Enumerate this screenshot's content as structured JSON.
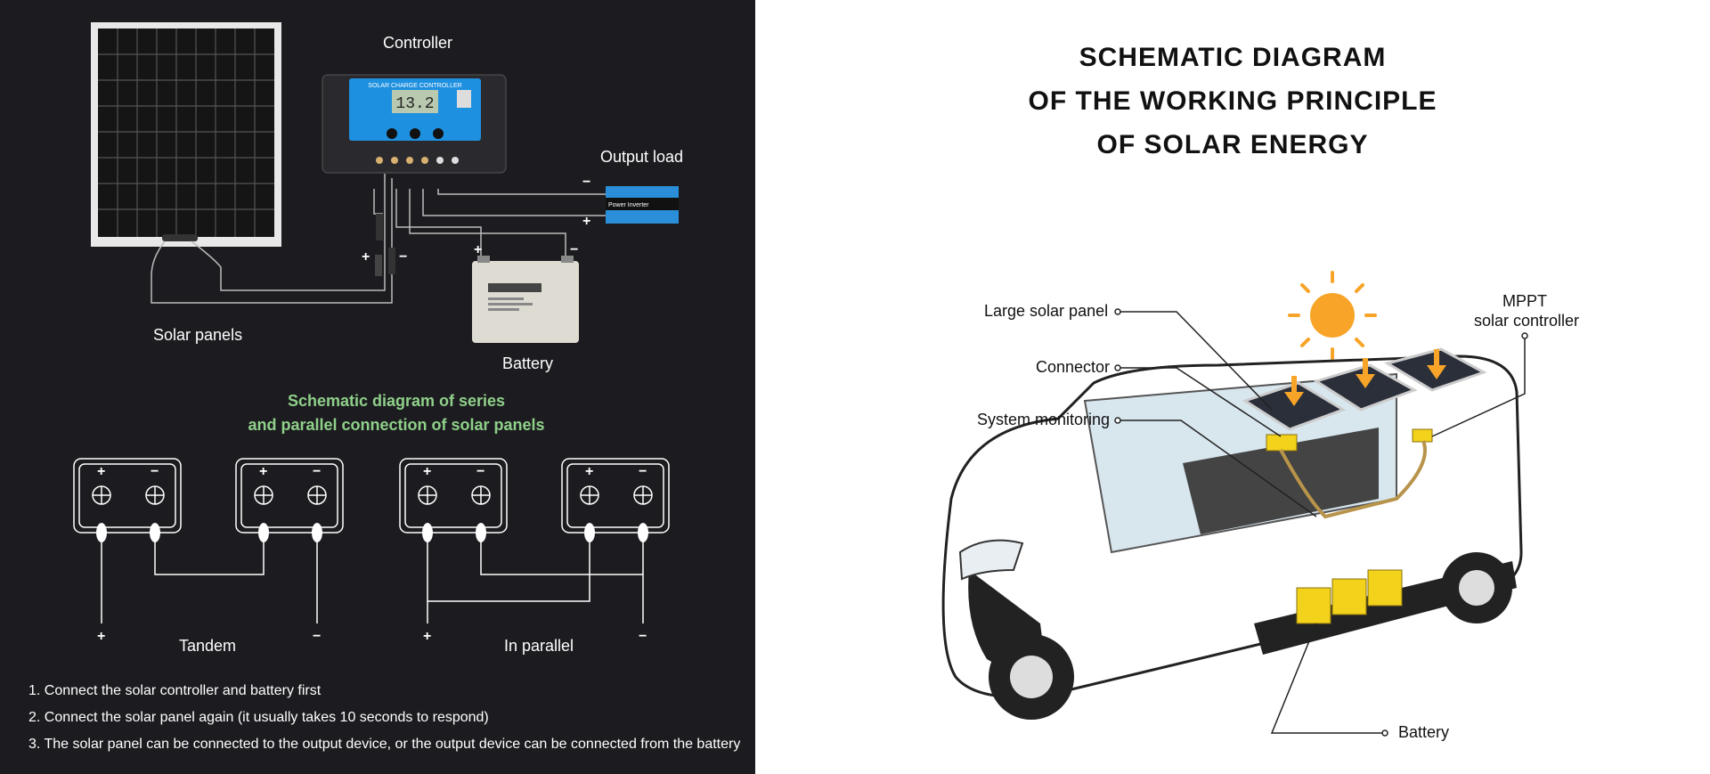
{
  "left": {
    "labels": {
      "controller": "Controller",
      "output_load": "Output load",
      "solar_panels": "Solar panels",
      "battery": "Battery"
    },
    "controller_device": {
      "header": "SOLAR CHARGE CONTROLLER",
      "display": "13.2"
    },
    "inverter_text": "Power Inverter",
    "schematic_title_line1": "Schematic diagram of series",
    "schematic_title_line2": "and parallel connection of solar panels",
    "tandem_label": "Tandem",
    "parallel_label": "In parallel",
    "plus": "+",
    "minus": "−",
    "steps": [
      "1. Connect the solar controller and battery first",
      "2. Connect the solar panel again (it usually takes 10 seconds to respond)",
      "3. The solar panel can be connected to the output device, or the output device can be connected from the battery"
    ]
  },
  "right": {
    "title_lines": [
      "SCHEMATIC DIAGRAM",
      "OF THE WORKING PRINCIPLE",
      "OF SOLAR ENERGY"
    ],
    "callouts": {
      "large_solar_panel": "Large solar panel",
      "connector": "Connector",
      "system_monitoring": "System monitoring",
      "mppt_line1": "MPPT",
      "mppt_line2": "solar controller",
      "battery": "Battery"
    }
  },
  "colors": {
    "left_bg": "#1c1b1f",
    "green_text": "#8fd08a",
    "controller_blue": "#1e90e0",
    "sun_orange": "#f7a428",
    "battery_yellow": "#f2d21a"
  }
}
